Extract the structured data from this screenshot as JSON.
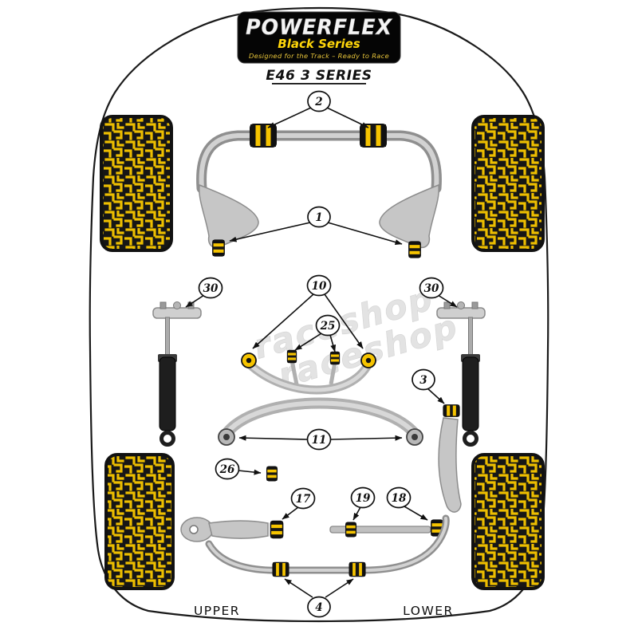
{
  "brand": {
    "name": "POWERFLEX",
    "series": "Black Series",
    "tagline": "Designed for the Track – Ready to Race"
  },
  "title": "E46 3 SERIES",
  "watermark": {
    "line1": "raceshop",
    "line2": "raceshop"
  },
  "footer": {
    "upper": "UPPER",
    "lower": "LOWER"
  },
  "callouts": {
    "c2": "2",
    "c1": "1",
    "c30_left": "30",
    "c30_right": "30",
    "c10": "10",
    "c25": "25",
    "c3": "3",
    "c11": "11",
    "c26": "26",
    "c17": "17",
    "c19": "19",
    "c18": "18",
    "c4": "4"
  },
  "colors": {
    "bushing_yellow": "#F6C400",
    "brand_yellow": "#FFD60A",
    "logo_background": "#050505",
    "part_gray": "#C6C6C6",
    "tire_black": "#161616"
  }
}
